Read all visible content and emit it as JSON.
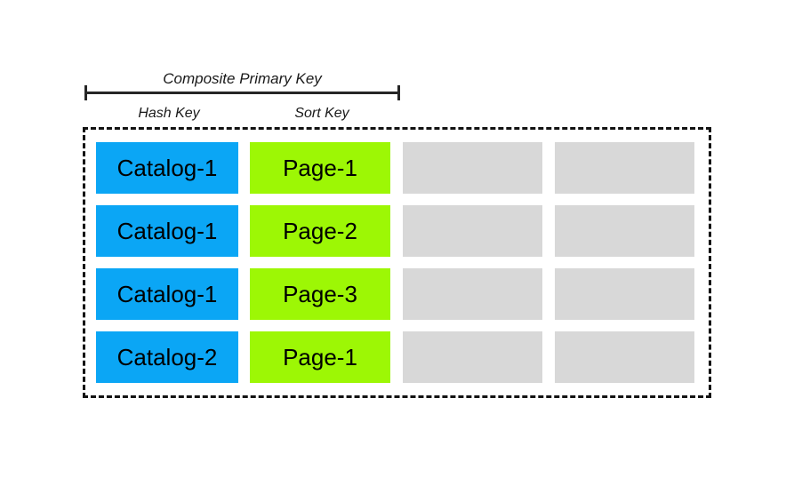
{
  "annotation": {
    "composite_label": "Composite Primary Key",
    "hash_label": "Hash Key",
    "sort_label": "Sort Key"
  },
  "colors": {
    "hash": "#0BA6F5",
    "sort": "#9DF705",
    "blank": "#D8D8D8",
    "border": "#131313",
    "text": "#000000"
  },
  "table": {
    "columns": [
      {
        "key": "hash",
        "type": "hash"
      },
      {
        "key": "sort",
        "type": "sort"
      },
      {
        "key": "attr1",
        "type": "blank"
      },
      {
        "key": "attr2",
        "type": "blank"
      }
    ],
    "rows": [
      {
        "hash": "Catalog-1",
        "sort": "Page-1",
        "attr1": "",
        "attr2": ""
      },
      {
        "hash": "Catalog-1",
        "sort": "Page-2",
        "attr1": "",
        "attr2": ""
      },
      {
        "hash": "Catalog-1",
        "sort": "Page-3",
        "attr1": "",
        "attr2": ""
      },
      {
        "hash": "Catalog-2",
        "sort": "Page-1",
        "attr1": "",
        "attr2": ""
      }
    ]
  }
}
